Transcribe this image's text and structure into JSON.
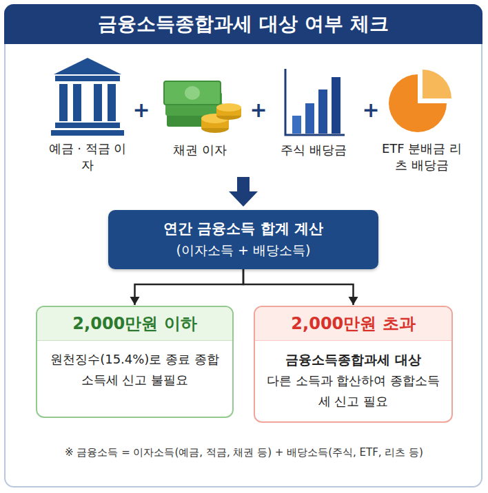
{
  "diagram": {
    "title": "금융소득종합과세 대상 여부 체크",
    "caption": "※ 금융소득 = 이자소득(예금, 적금, 채권 등) + 배당소득(주식, ETF, 리츠 등)",
    "nodes": [
      {
        "text": [
          "연간 금융소득 합계 계산",
          "(이자소득 + 배당소득)"
        ]
      },
      {
        "text": [
          "2,000만원 이하",
          "원천징수(15.4%)로 종료 종합소득세 신고 불필요"
        ]
      },
      {
        "text": [
          "2,000만원 초과",
          "금융소득종합과세 대상",
          "다른 소득과 합산하여 종합소득세 신고 필요"
        ]
      }
    ],
    "edges": [
      {
        "from": 0,
        "to": 1,
        "arrow": "to"
      },
      {
        "from": 0,
        "to": 2,
        "arrow": "to"
      }
    ],
    "labels": [
      "예금 · 적금 이자",
      "+",
      "채권 이자",
      "+",
      "주식 배당금",
      "+",
      "ETF 분배금 리츠 배당금"
    ]
  }
}
